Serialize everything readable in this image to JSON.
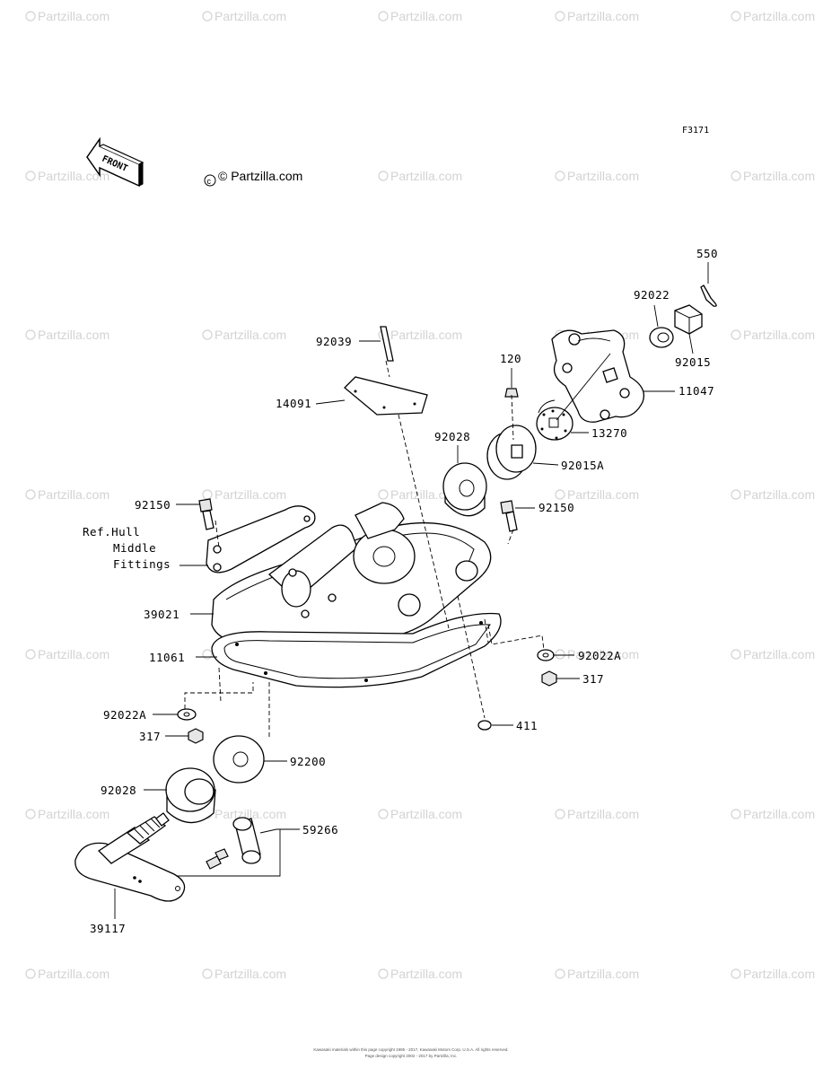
{
  "watermark": "© Partzilla.com",
  "copyright_center": "© Partzilla.com",
  "figure_code": "F3171",
  "front_label": "FRONT",
  "ref_note": [
    "Ref.Hull",
    "Middle",
    "Fittings"
  ],
  "parts": {
    "p550": "550",
    "p92022": "92022",
    "p92015": "92015",
    "p92039": "92039",
    "p120": "120",
    "p11047": "11047",
    "p14091": "14091",
    "p13270": "13270",
    "p92028a": "92028",
    "p92015A": "92015A",
    "p92150a": "92150",
    "p92150b": "92150",
    "p39021": "39021",
    "p92022Aa": "92022A",
    "p11061": "11061",
    "p317a": "317",
    "p92022Ab": "92022A",
    "p411": "411",
    "p317b": "317",
    "p92200": "92200",
    "p92028b": "92028",
    "p59266": "59266",
    "p39117": "39117"
  },
  "footer": [
    "Kawasaki materials within this page copyright 1995 - 2017, Kawasaki Motors Corp, U.S.A. All rights reserved.",
    "Page design copyright 2002 - 2017 by Partzilla, Inc."
  ]
}
